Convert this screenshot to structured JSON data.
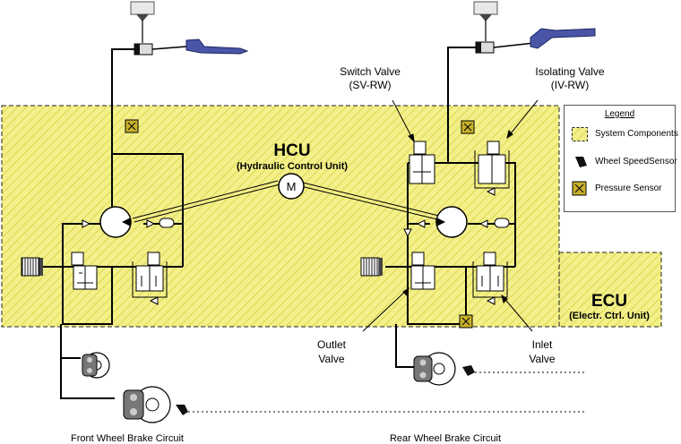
{
  "hcu": {
    "title": "HCU",
    "subtitle": "(Hydraulic Control Unit)"
  },
  "ecu": {
    "title": "ECU",
    "subtitle": "(Electr. Ctrl. Unit)"
  },
  "motor_label": "M",
  "callouts": {
    "switch_valve": [
      "Switch Valve",
      "(SV-RW)"
    ],
    "isolating_valve": [
      "Isolating Valve",
      "(IV-RW)"
    ],
    "outlet_valve": [
      "Outlet",
      "Valve"
    ],
    "inlet_valve": [
      "Inlet",
      "Valve"
    ]
  },
  "captions": {
    "front": "Front Wheel Brake Circuit",
    "rear": "Rear Wheel Brake Circuit"
  },
  "legend": {
    "title": "Legend",
    "items": [
      "System Components",
      "Wheel SpeedSensor",
      "Pressure Sensor"
    ]
  },
  "colors": {
    "system_fill": "#f3f08a",
    "hatch": "#d8d24a",
    "pedal": "#4a55a8",
    "sensor": "#b8a020",
    "line": "#000000"
  }
}
